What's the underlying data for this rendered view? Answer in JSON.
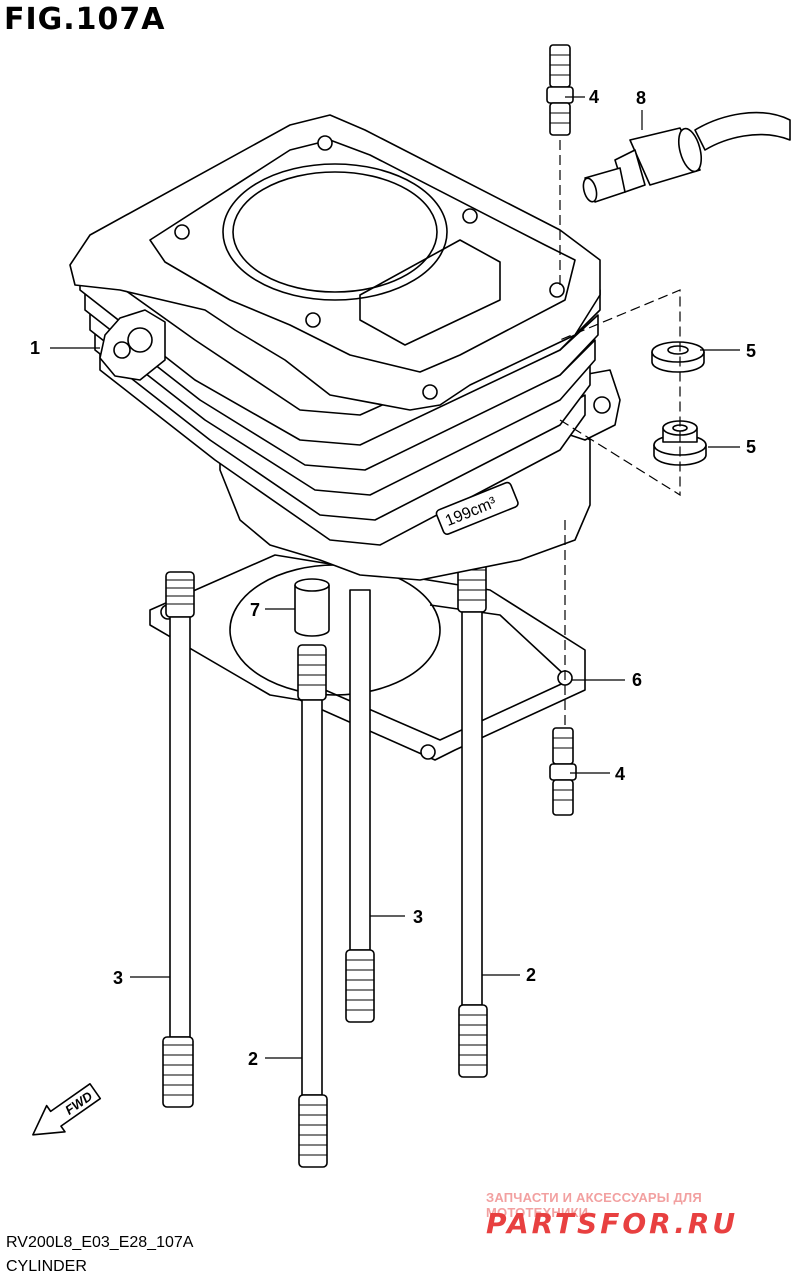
{
  "figure": {
    "title": "FIG.107A",
    "code": "RV200L8_E03_E28_107A",
    "name": "CYLINDER"
  },
  "stamp": {
    "displacement": "199cm³",
    "fwd": "FWD"
  },
  "callouts": {
    "c1": "1",
    "c2a": "2",
    "c2b": "2",
    "c3a": "3",
    "c3b": "3",
    "c4a": "4",
    "c4b": "4",
    "c5a": "5",
    "c5b": "5",
    "c6": "6",
    "c7": "7",
    "c8": "8"
  },
  "watermark": {
    "tagline": "ЗАПЧАСТИ И АКСЕССУАРЫ ДЛЯ МОТОТЕХНИКИ",
    "logo": "PARTSFOR.RU",
    "color": "#e84040"
  }
}
